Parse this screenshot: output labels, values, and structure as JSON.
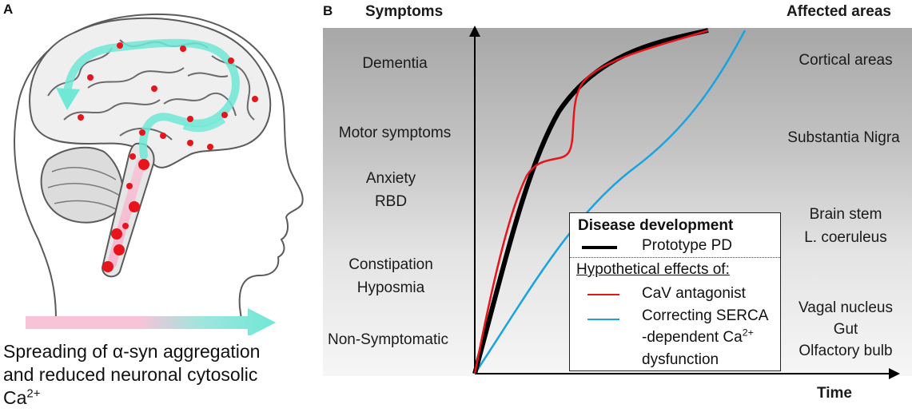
{
  "panel_a": {
    "letter": "A",
    "caption_line1": "Spreading of α-syn aggregation",
    "caption_line2": "and reduced neuronal  cytosolic",
    "caption_line3_base": "Ca",
    "caption_line3_sup": "2+"
  },
  "panel_b": {
    "letter": "B",
    "symptoms_header": "Symptoms",
    "areas_header": "Affected areas",
    "time_label": "Time",
    "symptoms": {
      "dementia": "Dementia",
      "motor": "Motor symptoms",
      "anxiety": "Anxiety",
      "rbd": "RBD",
      "constipation": "Constipation",
      "hyposmia": "Hyposmia",
      "non_symptomatic": "Non-Symptomatic"
    },
    "areas": {
      "cortical": "Cortical areas",
      "substantia": "Substantia Nigra",
      "brainstem": "Brain stem",
      "coeruleus": "L. coeruleus",
      "vagal": "Vagal nucleus",
      "gut": "Gut",
      "olfactory": "Olfactory bulb"
    },
    "legend": {
      "title": "Disease development",
      "prototype": "Prototype PD",
      "hypothetical": "Hypothetical effects of:",
      "cav": "CaV antagonist",
      "serca1": "Correcting SERCA",
      "serca2_base": "-dependent Ca",
      "serca2_sup": "2+",
      "serca3": "dysfunction"
    },
    "colors": {
      "prototype": "#000000",
      "cav": "#e8141b",
      "serca": "#1aa3e0",
      "spread_arrow": "#6fe8d6",
      "aggregates": "#e8141b"
    }
  }
}
